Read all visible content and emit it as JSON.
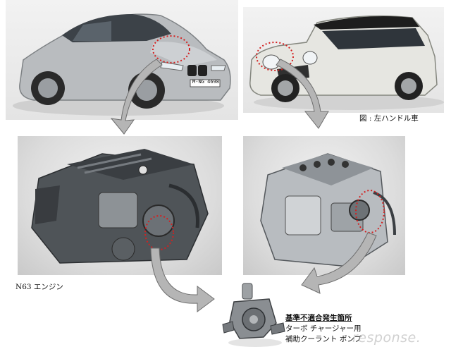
{
  "captions": {
    "figure_note": "図 : 左ハンドル車",
    "engine_label": "N63 エンジン"
  },
  "defect_note": {
    "heading": "基準不適合発生箇所",
    "line1": "ターボ チャージャー用",
    "line2": "補助クーラント ポンプ"
  },
  "bmw_plate": "M-NG 4698",
  "watermark": "response.",
  "colors": {
    "marker_red": "#d42020",
    "arrow_gray": "#b5b5b5",
    "arrow_edge": "#6e6e6e"
  }
}
